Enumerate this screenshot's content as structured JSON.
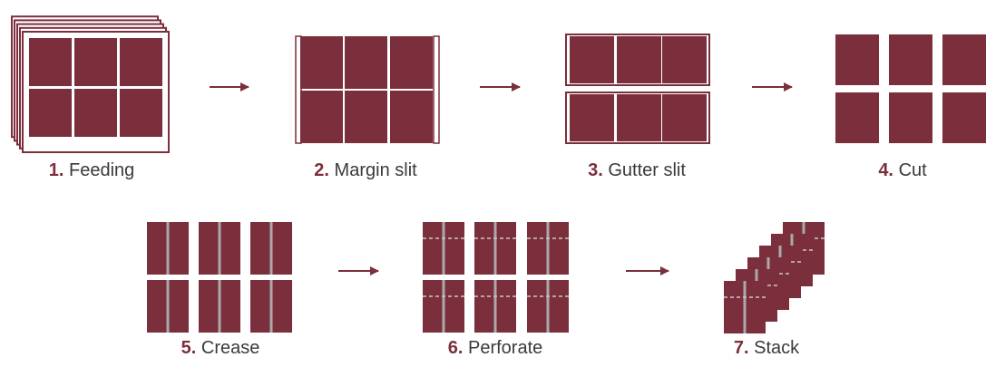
{
  "colors": {
    "card": "#7b2f3c",
    "crease": "#a9a9a9",
    "perforation": "#c9c9c9",
    "arrow": "#7b2f3c",
    "caption_text": "#3a3a3a",
    "caption_number": "#7b2f3c"
  },
  "steps": [
    {
      "number": "1.",
      "label": "Feeding"
    },
    {
      "number": "2.",
      "label": "Margin slit"
    },
    {
      "number": "3.",
      "label": "Gutter slit"
    },
    {
      "number": "4.",
      "label": "Cut"
    },
    {
      "number": "5.",
      "label": "Crease"
    },
    {
      "number": "6.",
      "label": "Perforate"
    },
    {
      "number": "7.",
      "label": "Stack"
    }
  ],
  "process": {
    "grid_columns": 3,
    "grid_rows": 2,
    "stack_depth": 6,
    "arrow_count": 5
  }
}
